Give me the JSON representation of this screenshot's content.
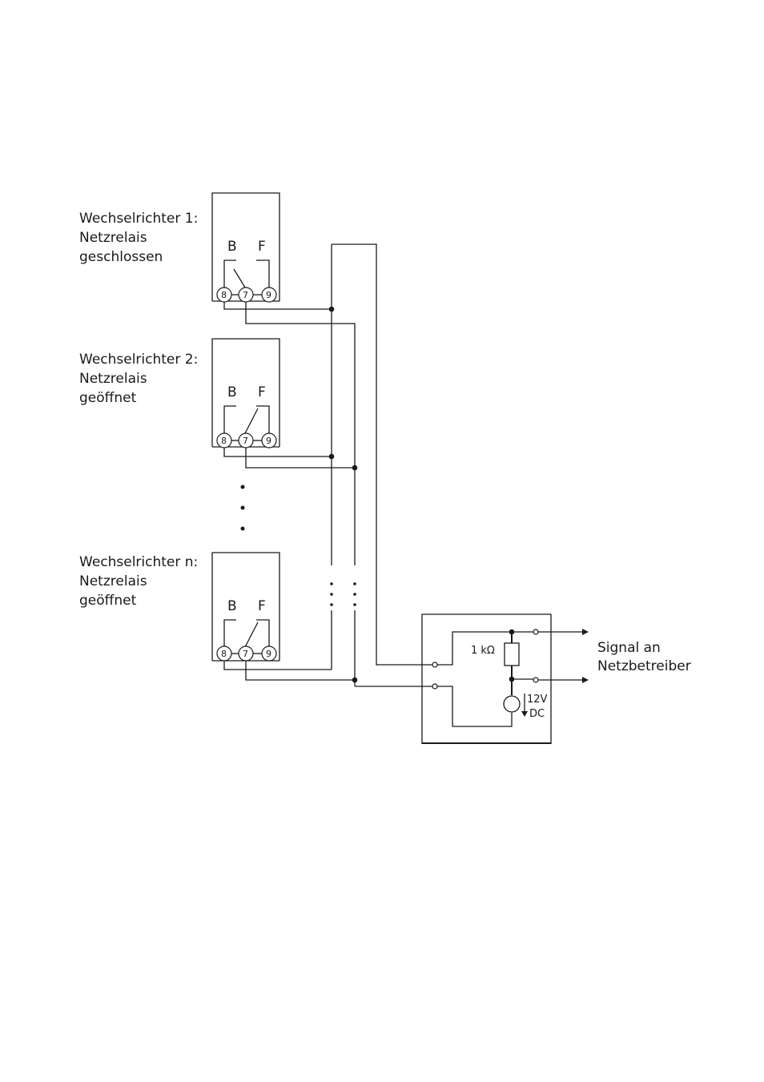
{
  "inverters": [
    {
      "title": "Wechselrichter 1:",
      "line2": "Netzrelais",
      "line3": "geschlossen"
    },
    {
      "title": "Wechselrichter 2:",
      "line2": "Netzrelais",
      "line3": "geöffnet"
    },
    {
      "title": "Wechselrichter n:",
      "line2": "Netzrelais",
      "line3": "geöffnet"
    }
  ],
  "contacts": {
    "b": "B",
    "f": "F"
  },
  "terminals": {
    "t8": "8",
    "t7": "7",
    "t9": "9"
  },
  "resistor": "1 kΩ",
  "source": {
    "voltage": "12V",
    "type": "DC"
  },
  "output": {
    "line1": "Signal an",
    "line2": "Netzbetreiber"
  }
}
